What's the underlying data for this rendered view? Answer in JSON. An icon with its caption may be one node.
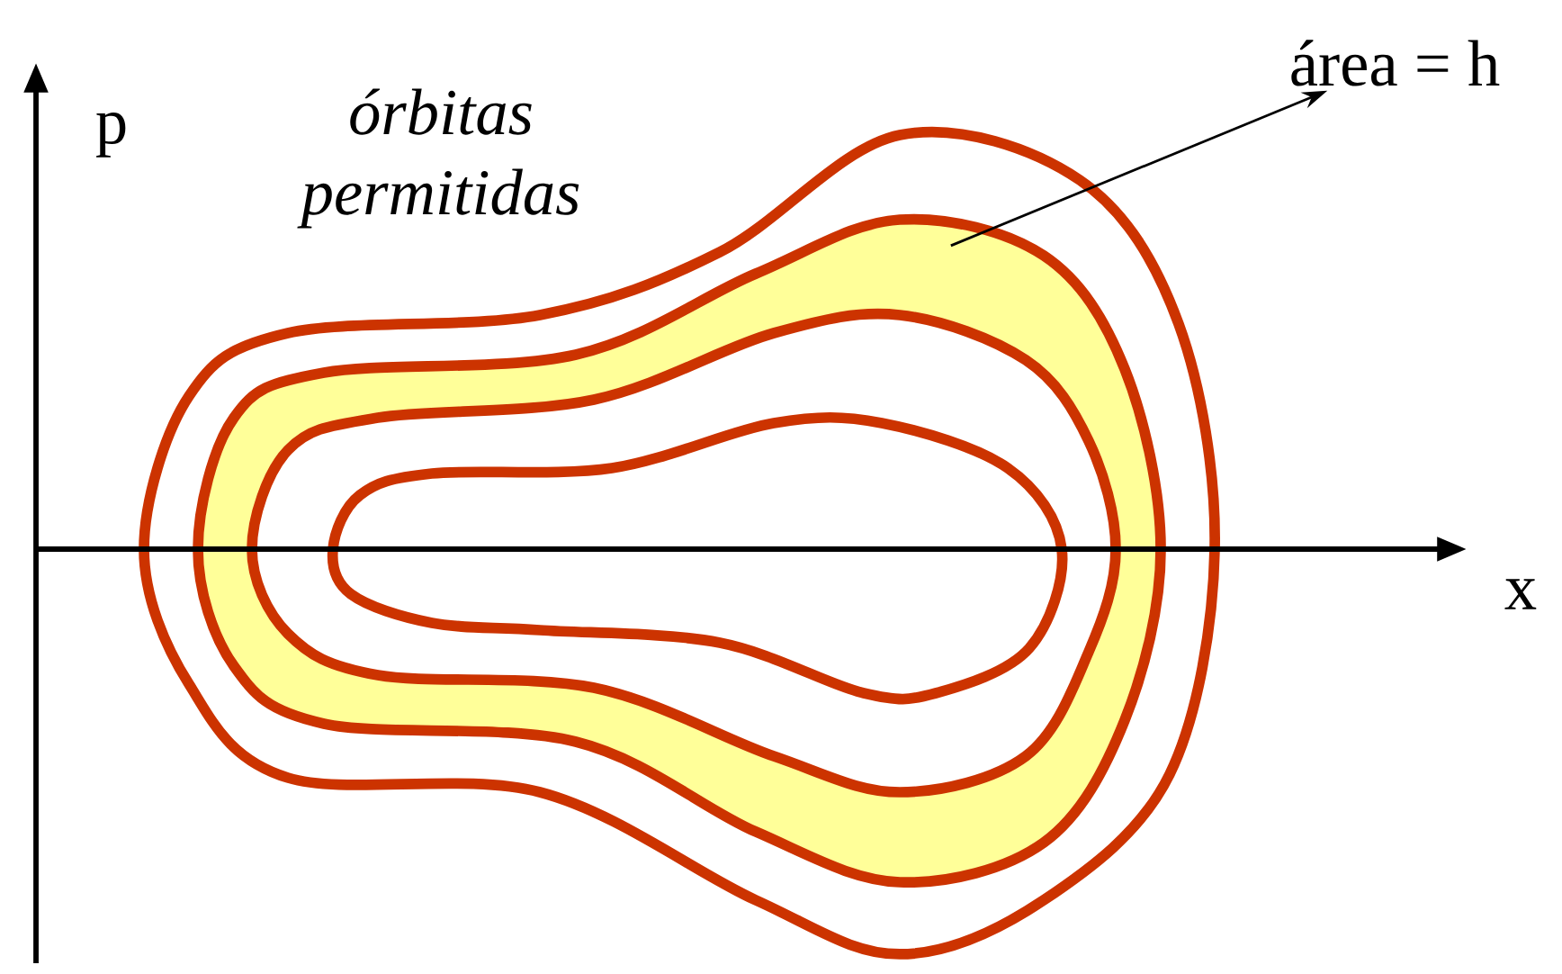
{
  "diagram": {
    "nodes": [
      {
        "text": [
          "área = h"
        ]
      },
      {
        "text": [],
        "shape": "band"
      }
    ],
    "edges": [
      {
        "from": 1,
        "to": 0,
        "arrow": "to"
      }
    ],
    "labels": [
      "p",
      "órbitas permitidas",
      "x"
    ]
  }
}
